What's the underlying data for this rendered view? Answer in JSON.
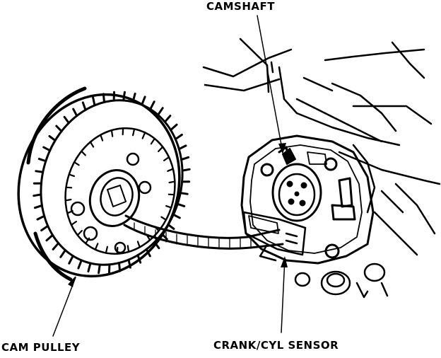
{
  "labels": {
    "camshaft": "CAMSHAFT",
    "cam_pulley": "CAM PULLEY",
    "sensor": "CRANK/CYL SENSOR"
  },
  "colors": {
    "ink": "#000000",
    "paper": "#ffffff"
  }
}
